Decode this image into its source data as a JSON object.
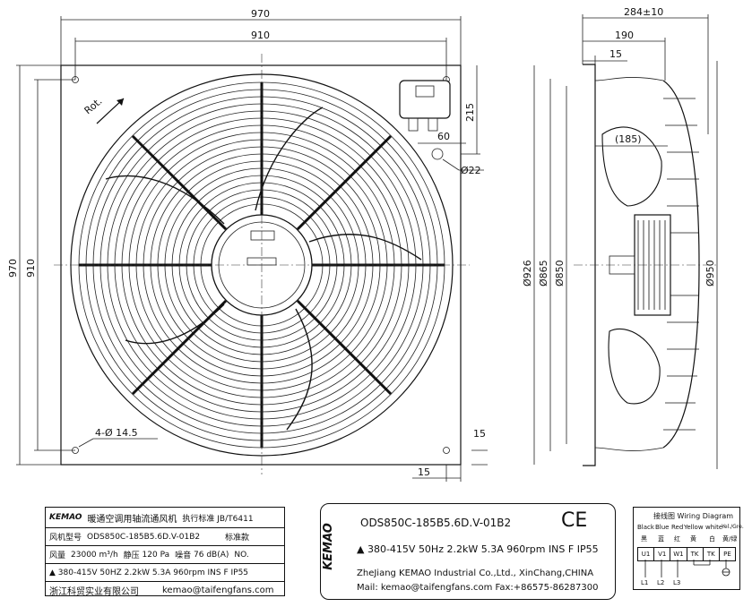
{
  "front_view": {
    "dim_width_outer": "970",
    "dim_width_holes": "910",
    "dim_height_outer": "970",
    "dim_height_holes": "910",
    "dim_box_offset": "215",
    "dim_cable_offset": "60",
    "dim_hole_dia": "Ø22",
    "dim_mount_holes": "4-Ø 14.5",
    "dim_corner_v": "15",
    "dim_corner_h": "15",
    "rotation_label": "Rot."
  },
  "side_view": {
    "dim_depth_total": "284±10",
    "dim_depth_190": "190",
    "dim_flange": "15",
    "dim_motor": "(185)",
    "dim_dia_926": "Ø926",
    "dim_dia_865": "Ø865",
    "dim_dia_850": "Ø850",
    "dim_dia_950": "Ø950"
  },
  "nameplate_cn": {
    "brand": "KEMAO",
    "title": "暖通空调用轴流通风机",
    "standard": "执行标准 JB/T6411",
    "model_label": "风机型号",
    "model_value": "ODS850C-185B5.6D.V-01B2",
    "cert_label": "标准款",
    "air_label": "风量",
    "air_value": "23000",
    "air_unit": "m³/h",
    "pressure_label": "静压",
    "pressure_value": "120 Pa",
    "noise_label": "噪音",
    "noise_value": "76 dB(A)",
    "no_label": "NO.",
    "specs": "▲ 380-415V 50HZ 2.2kW 5.3A 960rpm INS F IP55",
    "company": "浙江科贸实业有限公司",
    "website": "kemao@taifengfans.com"
  },
  "nameplate_en": {
    "brand": "KEMAO",
    "model": "ODS850C-185B5.6D.V-01B2",
    "ce": "CE",
    "specs": "▲ 380-415V 50Hz 2.2kW 5.3A 960rpm  INS F IP55",
    "company": "ZheJiang KEMAO Industrial Co.,Ltd., XinChang,CHINA",
    "contact": "Mail: kemao@taifengfans.com Fax:+86575-86287300"
  },
  "wiring": {
    "title": "接线图 Wiring Diagram",
    "colors_en": [
      "Black",
      "Blue",
      "Red",
      "Yellow",
      "white",
      "Yel./Gre."
    ],
    "colors_cn": [
      "黑",
      "蓝",
      "红",
      "黄",
      "白",
      "黄/绿"
    ],
    "terminals": [
      "U1",
      "V1",
      "W1",
      "TK",
      "TK",
      "PE"
    ],
    "lines": [
      "L1",
      "L2",
      "L3"
    ]
  }
}
